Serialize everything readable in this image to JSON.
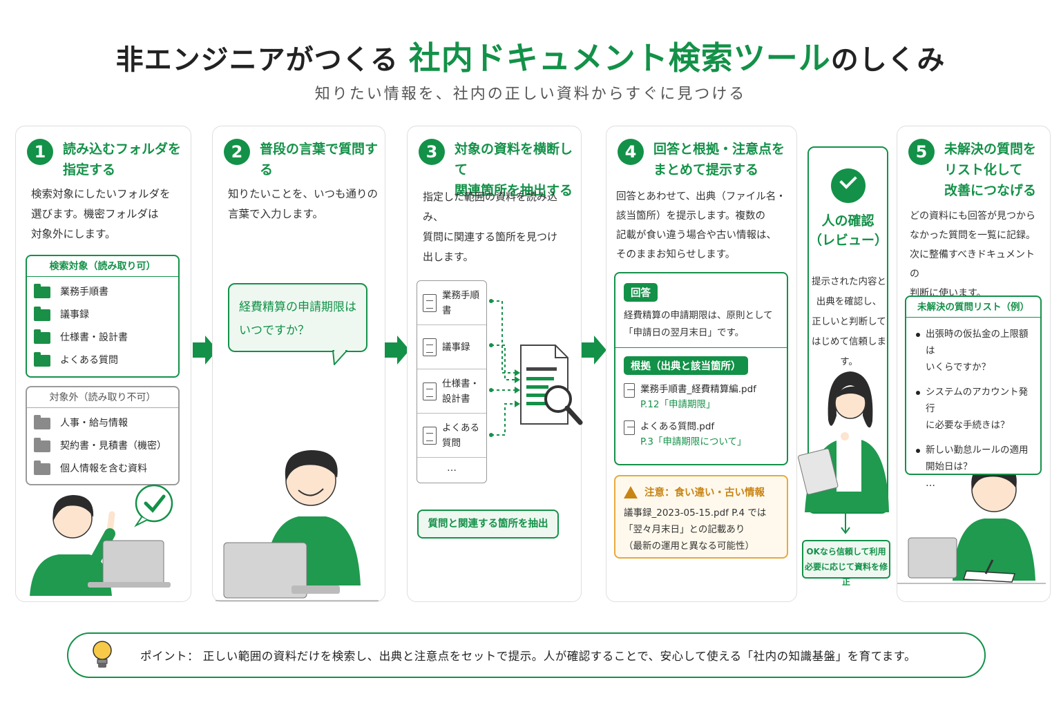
{
  "header": {
    "title_prefix": "非エンジニアがつくる ",
    "title_highlight": "社内ドキュメント検索ツール",
    "title_suffix": "のしくみ",
    "subtitle": "知りたい情報を、社内の正しい資料からすぐに見つける"
  },
  "steps": [
    {
      "num": "1",
      "title_line1": "読み込むフォルダを",
      "title_line2": "指定する",
      "desc_lines": [
        "検索対象にしたいフォルダを",
        "選びます。機密フォルダは",
        "対象外にします。"
      ],
      "included_title": "検索対象（読み取り可）",
      "included": [
        "業務手順書",
        "議事録",
        "仕様書・設計書",
        "よくある質問"
      ],
      "excluded_title": "対象外（読み取り不可）",
      "excluded": [
        "人事・給与情報",
        "契約書・見積書（機密）",
        "個人情報を含む資料"
      ]
    },
    {
      "num": "2",
      "title_line1": "普段の言葉で質問する",
      "desc_lines": [
        "知りたいことを、いつも通りの",
        "言葉で入力します。"
      ],
      "question_line1": "経費精算の申請期限は",
      "question_line2": "いつですか？"
    },
    {
      "num": "3",
      "title_line1": "対象の資料を横断して",
      "title_line2": "関連箇所を抽出する",
      "desc_lines": [
        "指定した範囲の資料を読み込み、",
        "質問に関連する箇所を見つけ",
        "出します。"
      ],
      "docs": [
        {
          "l1": "業務手順書",
          "l2": ""
        },
        {
          "l1": "議事録",
          "l2": ""
        },
        {
          "l1": "仕様書・",
          "l2": "設計書"
        },
        {
          "l1": "よくある",
          "l2": "質問"
        }
      ],
      "docs_more": "…",
      "extract_label": "質問と関連する箇所を抽出"
    },
    {
      "num": "4",
      "title_line1": "回答と根拠・注意点を",
      "title_line2": "まとめて提示する",
      "desc_lines": [
        "回答とあわせて、出典（ファイル名・",
        "該当箇所）を提示します。複数の",
        "記載が食い違う場合や古い情報は、",
        "そのままお知らせします。"
      ],
      "answer_label": "回答",
      "answer_lines": [
        "経費精算の申請期限は、原則として",
        "「申請日の翌月末日」です。"
      ],
      "evidence_label": "根拠（出典と該当箇所）",
      "sources": [
        {
          "file": "業務手順書_経費精算編.pdf",
          "page": "P.12「申請期限」"
        },
        {
          "file": "よくある質問.pdf",
          "page": "P.3「申請期限について」"
        }
      ],
      "warning_title": "注意：食い違い・古い情報",
      "warning_lines": [
        "議事録_2023-05-15.pdf  P.4 では",
        "「翌々月末日」との記載あり",
        "（最新の運用と異なる可能性）"
      ]
    },
    {
      "num": "5",
      "title_line1": "未解決の質問を",
      "title_line2": "リスト化して",
      "title_line3": "改善につなげる",
      "desc_lines": [
        "どの資料にも回答が見つから",
        "なかった質問を一覧に記録。",
        "次に整備すべきドキュメントの",
        "判断に使います。"
      ],
      "list_title": "未解決の質問リスト（例）",
      "questions": [
        {
          "l1": "出張時の仮払金の上限額は",
          "l2": "いくらですか？"
        },
        {
          "l1": "システムのアカウント発行",
          "l2": "に必要な手続きは？"
        },
        {
          "l1": "新しい勤怠ルールの適用",
          "l2": "開始日は？"
        }
      ],
      "questions_more": "…"
    }
  ],
  "review": {
    "title_line1": "人の確認",
    "title_line2": "（レビュー）",
    "desc_lines": [
      "提示された内容と",
      "出典を確認し、",
      "正しいと判断して",
      "はじめて信頼します。"
    ],
    "ok_line1": "OKなら信頼して利用",
    "ok_line2": "必要に応じて資料を修正"
  },
  "point": {
    "text": "ポイント： 正しい範囲の資料だけを検索し、出典と注意点をセットで提示。人が確認することで、安心して使える「社内の知識基盤」を育てます。"
  },
  "colors": {
    "accent": "#139148",
    "light_accent": "#eef8f1",
    "warning": "#c88414",
    "warning_bg": "#fff9ed",
    "grey": "#8a8a8a"
  }
}
